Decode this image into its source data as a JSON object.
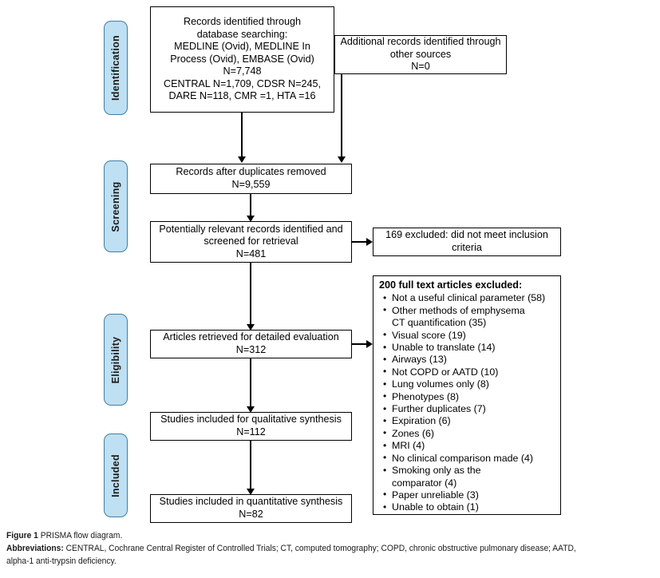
{
  "figure": {
    "caption_label": "Figure 1",
    "caption_title": "PRISMA flow diagram.",
    "abbreviations_label": "Abbreviations:",
    "abbreviations_text": "CENTRAL, Cochrane Central Register of Controlled Trials; CT, computed tomography; COPD, chronic obstructive pulmonary disease; AATD, alpha-1 anti-trypsin deficiency."
  },
  "stages": [
    {
      "id": "identification",
      "label": "Identification"
    },
    {
      "id": "screening",
      "label": "Screening"
    },
    {
      "id": "eligibility",
      "label": "Eligibility"
    },
    {
      "id": "included",
      "label": "Included"
    }
  ],
  "boxes": {
    "database_search": {
      "lines": [
        "Records identified through",
        "database searching:",
        "MEDLINE (Ovid), MEDLINE In",
        "Process (Ovid), EMBASE (Ovid)",
        "N=7,748",
        "CENTRAL N=1,709, CDSR N=245,",
        "DARE N=118, CMR =1, HTA =16"
      ]
    },
    "additional_records": {
      "lines": [
        "Additional records identified through",
        "other sources",
        "N=0"
      ]
    },
    "duplicates_removed": {
      "lines": [
        "Records after duplicates removed",
        "N=9,559"
      ]
    },
    "screened": {
      "lines": [
        "Potentially relevant records identified and",
        "screened for retrieval",
        "N=481"
      ]
    },
    "excluded_169": {
      "lines": [
        "169 excluded: did not meet inclusion",
        "criteria"
      ]
    },
    "retrieved": {
      "lines": [
        "Articles retrieved for detailed evaluation",
        "N=312"
      ]
    },
    "qualitative": {
      "lines": [
        "Studies included for qualitative synthesis",
        "N=112"
      ]
    },
    "quantitative": {
      "lines": [
        "Studies included in quantitative synthesis",
        "N=82"
      ]
    },
    "fulltext_excluded": {
      "title": "200 full text articles excluded:",
      "items": [
        {
          "text": "Not a useful clinical parameter (58)"
        },
        {
          "text": "Other methods of emphysema",
          "cont": "CT quantification (35)"
        },
        {
          "text": "Visual score (19)"
        },
        {
          "text": "Unable to translate (14)"
        },
        {
          "text": "Airways (13)"
        },
        {
          "text": "Not COPD or AATD (10)"
        },
        {
          "text": "Lung volumes only (8)"
        },
        {
          "text": "Phenotypes (8)"
        },
        {
          "text": "Further duplicates (7)"
        },
        {
          "text": "Expiration (6)"
        },
        {
          "text": "Zones (6)"
        },
        {
          "text": "MRI (4)"
        },
        {
          "text": "No clinical comparison made (4)"
        },
        {
          "text": "Smoking only as the",
          "cont": "comparator (4)"
        },
        {
          "text": "Paper unreliable (3)"
        },
        {
          "text": "Unable to obtain (1)"
        }
      ]
    }
  },
  "colors": {
    "stage_fill": "#bfdff2",
    "stage_border": "#3f7fa5",
    "box_border": "#000000",
    "text": "#000000",
    "background": "#ffffff"
  },
  "chart_data": {
    "type": "table",
    "title": "PRISMA flow diagram",
    "nodes": [
      {
        "id": "database_search",
        "label": "Records identified through database searching",
        "n": 7748,
        "sub_counts": {
          "CENTRAL": 1709,
          "CDSR": 245,
          "DARE": 118,
          "CMR": 1,
          "HTA": 16
        },
        "stage": "Identification"
      },
      {
        "id": "additional_records",
        "label": "Additional records identified through other sources",
        "n": 0,
        "stage": "Identification"
      },
      {
        "id": "duplicates_removed",
        "label": "Records after duplicates removed",
        "n": 9559,
        "stage": "Screening"
      },
      {
        "id": "screened",
        "label": "Potentially relevant records identified and screened for retrieval",
        "n": 481,
        "stage": "Screening"
      },
      {
        "id": "excluded_169",
        "label": "169 excluded: did not meet inclusion criteria",
        "n": 169,
        "stage": "Screening"
      },
      {
        "id": "retrieved",
        "label": "Articles retrieved for detailed evaluation",
        "n": 312,
        "stage": "Eligibility"
      },
      {
        "id": "fulltext_excluded",
        "label": "200 full text articles excluded",
        "n": 200,
        "stage": "Eligibility"
      },
      {
        "id": "qualitative",
        "label": "Studies included for qualitative synthesis",
        "n": 112,
        "stage": "Included"
      },
      {
        "id": "quantitative",
        "label": "Studies included in quantitative synthesis",
        "n": 82,
        "stage": "Included"
      }
    ],
    "exclusion_reasons": {
      "Not a useful clinical parameter": 58,
      "Other methods of emphysema CT quantification": 35,
      "Visual score": 19,
      "Unable to translate": 14,
      "Airways": 13,
      "Not COPD or AATD": 10,
      "Lung volumes only": 8,
      "Phenotypes": 8,
      "Further duplicates": 7,
      "Expiration": 6,
      "Zones": 6,
      "MRI": 4,
      "No clinical comparison made": 4,
      "Smoking only as the comparator": 4,
      "Paper unreliable": 3,
      "Unable to obtain": 1
    },
    "edges": [
      {
        "from": "database_search",
        "to": "duplicates_removed"
      },
      {
        "from": "additional_records",
        "to": "duplicates_removed"
      },
      {
        "from": "duplicates_removed",
        "to": "screened"
      },
      {
        "from": "screened",
        "to": "excluded_169"
      },
      {
        "from": "screened",
        "to": "retrieved"
      },
      {
        "from": "retrieved",
        "to": "fulltext_excluded"
      },
      {
        "from": "retrieved",
        "to": "qualitative"
      },
      {
        "from": "qualitative",
        "to": "quantitative"
      }
    ]
  }
}
